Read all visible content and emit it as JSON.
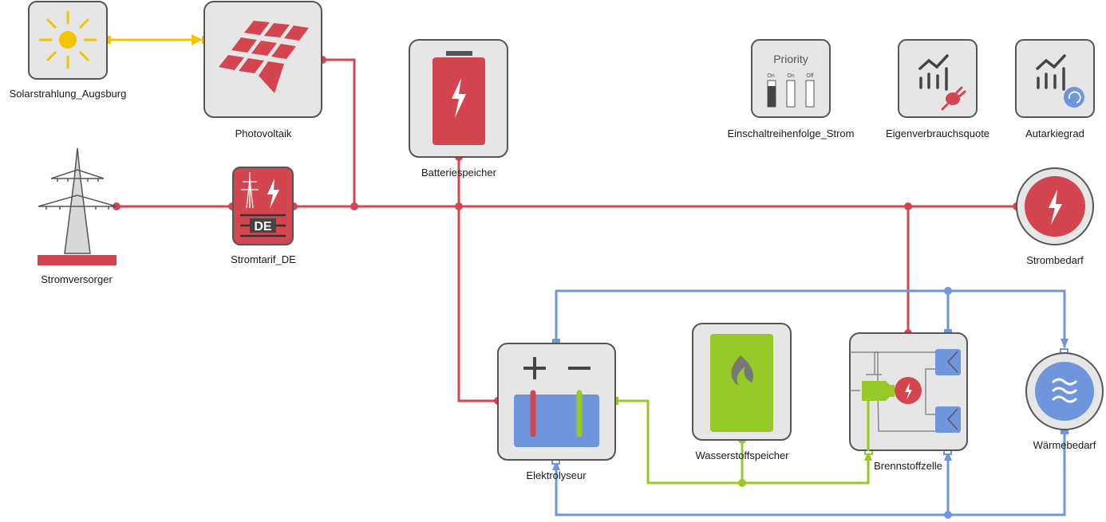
{
  "colors": {
    "electric": "#d4464f",
    "heat": "#6f95dc",
    "hydrogen": "#97c928",
    "solar": "#f5c400",
    "node_fill": "#e6e6e6",
    "node_border": "#555555"
  },
  "nodes": {
    "solar": {
      "label": "Solarstrahlung_Augsburg",
      "icon": "sun-icon"
    },
    "pv": {
      "label": "Photovoltaik",
      "icon": "solar-panel-icon"
    },
    "battery": {
      "label": "Batteriespeicher",
      "icon": "battery-icon"
    },
    "grid": {
      "label": "Stromversorger",
      "icon": "power-pylon-icon"
    },
    "tariff": {
      "label": "Stromtarif_DE",
      "icon": "tariff-icon",
      "badge": "DE"
    },
    "priority": {
      "label": "Einschaltreihenfolge_Strom",
      "icon": "priority-switch-icon",
      "title": "Priority",
      "switches": [
        "On",
        "On",
        "Off"
      ]
    },
    "selfcons": {
      "label": "Eigenverbrauchsquote",
      "icon": "chart-plug-icon"
    },
    "autarky": {
      "label": "Autarkiegrad",
      "icon": "chart-cycle-icon"
    },
    "eldemand": {
      "label": "Strombedarf",
      "icon": "lightning-icon"
    },
    "electrolyser": {
      "label": "Elektrolyseur",
      "icon": "electrolyser-icon",
      "plus": "+",
      "minus": "−"
    },
    "h2storage": {
      "label": "Wasserstoffspeicher",
      "icon": "flame-icon"
    },
    "fuelcell": {
      "label": "Brennstoffzelle",
      "icon": "fuel-cell-icon"
    },
    "heatdemand": {
      "label": "Wärmebedarf",
      "icon": "heat-waves-icon"
    }
  }
}
